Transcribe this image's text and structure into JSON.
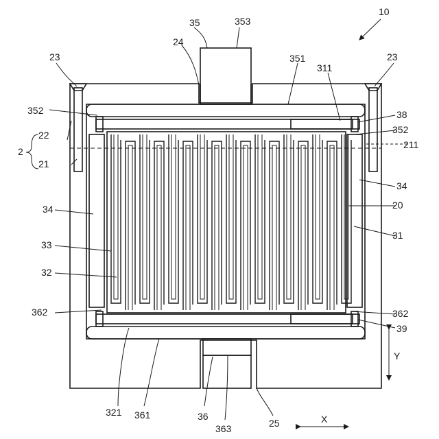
{
  "labels": {
    "n10": "10",
    "n35": "35",
    "n353": "353",
    "n24": "24",
    "n351": "351",
    "n311": "311",
    "n23_left": "23",
    "n23_right": "23",
    "n352_top_left": "352",
    "n38": "38",
    "n352_top_right": "352",
    "n22": "22",
    "n2": "2",
    "n21": "21",
    "n211": "211",
    "n34_left": "34",
    "n34_right": "34",
    "n20": "20",
    "n33": "33",
    "n31": "31",
    "n32": "32",
    "n362_left": "362",
    "n362_right": "362",
    "n39": "39",
    "n_y": "Y",
    "n321": "321",
    "n361": "361",
    "n36": "36",
    "n363": "363",
    "n25": "25",
    "n_x": "X"
  },
  "colors": {
    "stroke": "#1a1a1a",
    "background": "#ffffff"
  }
}
